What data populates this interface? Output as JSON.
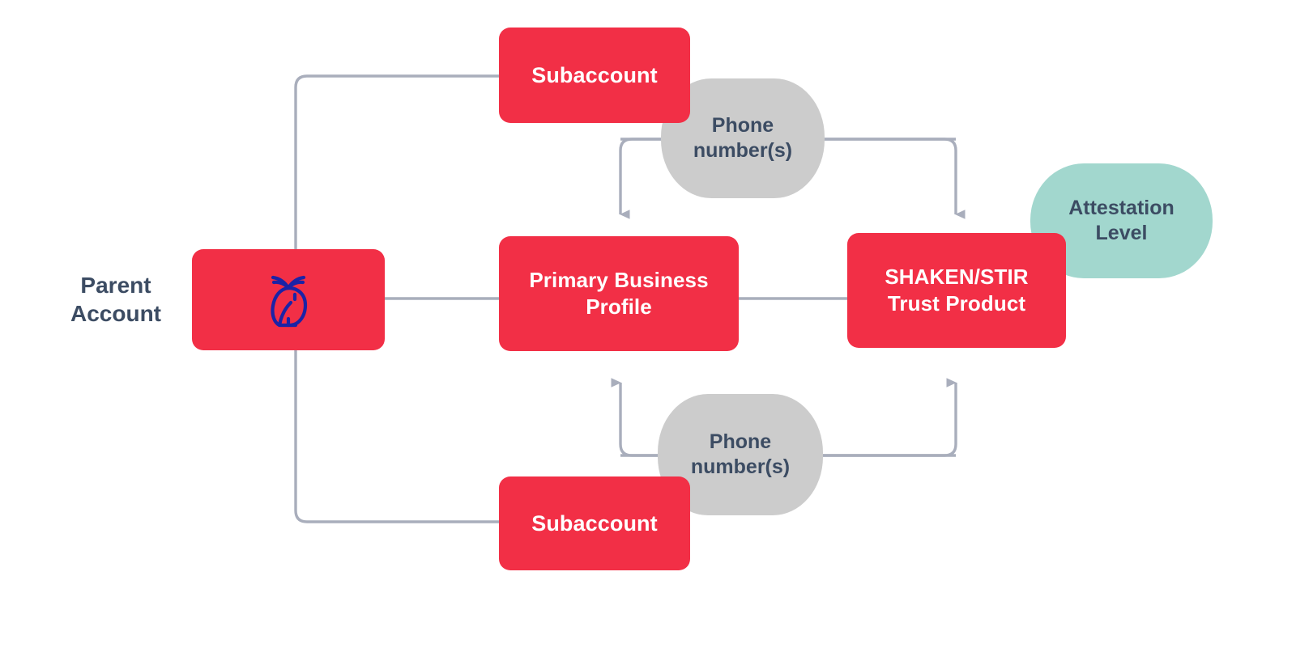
{
  "diagram": {
    "title": "Trust Hub account hierarchy diagram",
    "colors": {
      "box_red": "#F22F46",
      "blob_gray": "#CCCCCC",
      "blob_teal": "#A2D7CE",
      "text_dark": "#3C4C63",
      "text_light": "#FFFFFF",
      "connector": "#A9AEBC",
      "owl_navy": "#1B23A6",
      "background": "#FFFFFF"
    },
    "nodes": {
      "parent_account_label": {
        "line1": "Parent",
        "line2": "Account"
      },
      "parent_account_box": {
        "icon": "owl-icon"
      },
      "subaccount_top": {
        "label": "Subaccount"
      },
      "subaccount_bottom": {
        "label": "Subaccount"
      },
      "phone_numbers_top": {
        "line1": "Phone",
        "line2": "number(s)"
      },
      "phone_numbers_bottom": {
        "line1": "Phone",
        "line2": "number(s)"
      },
      "primary_business_profile": {
        "line1": "Primary Business",
        "line2": "Profile"
      },
      "shaken_stir_trust_product": {
        "line1": "SHAKEN/STIR",
        "line2": "Trust Product"
      },
      "attestation_level": {
        "line1": "Attestation",
        "line2": "Level"
      }
    }
  }
}
